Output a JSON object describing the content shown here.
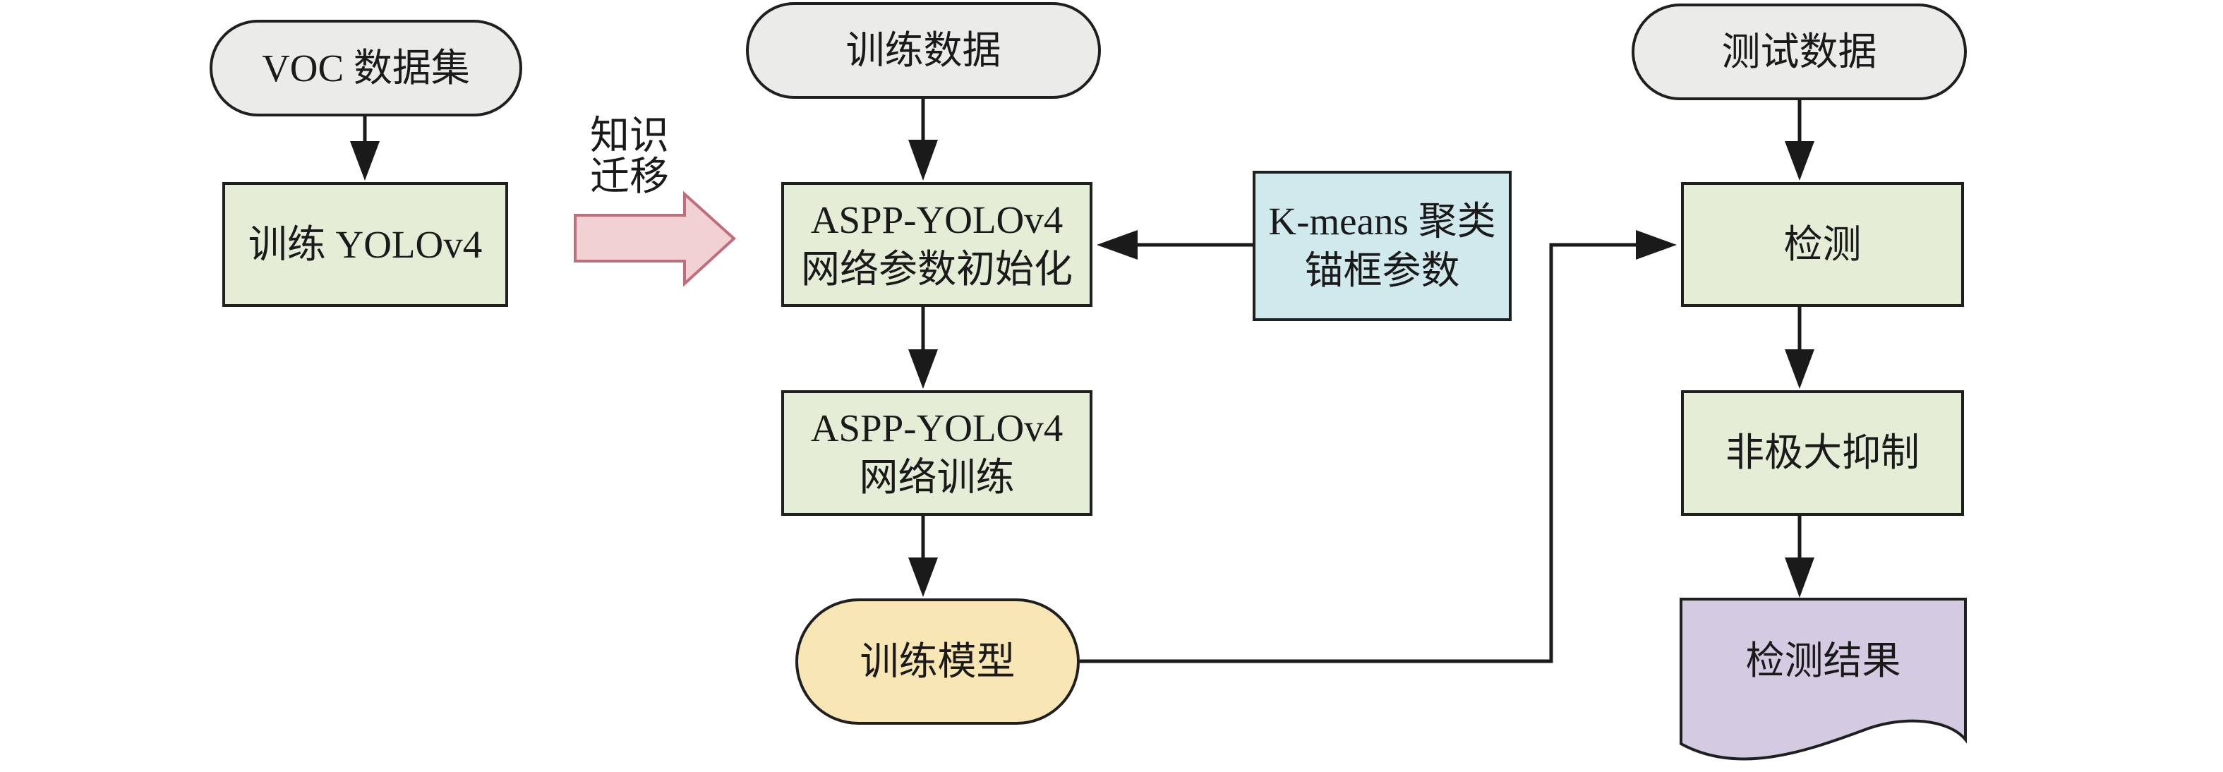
{
  "colors": {
    "canvas_bg": "#ffffff",
    "terminal_fill": "#ebebe9",
    "process_fill": "#e4edd5",
    "data_fill": "#d0e9ed",
    "model_fill": "#f8e7b4",
    "result_fill": "#d4cbe2",
    "pink_arrow_fill": "#f2d1d5",
    "pink_arrow_border": "#c06e7c",
    "node_border": "#1f1f1f",
    "line_color": "#1a1a1a",
    "text_color": "#1a1a1a"
  },
  "nodes": {
    "voc_dataset": {
      "label": "VOC 数据集"
    },
    "train_yolov4": {
      "label": "训练 YOLOv4"
    },
    "train_data": {
      "label": "训练数据"
    },
    "aspp_init": {
      "line1": "ASPP-YOLOv4",
      "line2": "网络参数初始化"
    },
    "kmeans": {
      "line1": "K-means 聚类",
      "line2": "锚框参数"
    },
    "aspp_train": {
      "line1": "ASPP-YOLOv4",
      "line2": "网络训练"
    },
    "trained_model": {
      "label": "训练模型"
    },
    "test_data": {
      "label": "测试数据"
    },
    "detect": {
      "label": "检测"
    },
    "nms": {
      "label": "非极大抑制"
    },
    "detect_result": {
      "label": "检测结果"
    }
  },
  "labels": {
    "knowledge_transfer_line1": "知识",
    "knowledge_transfer_line2": "迁移"
  }
}
